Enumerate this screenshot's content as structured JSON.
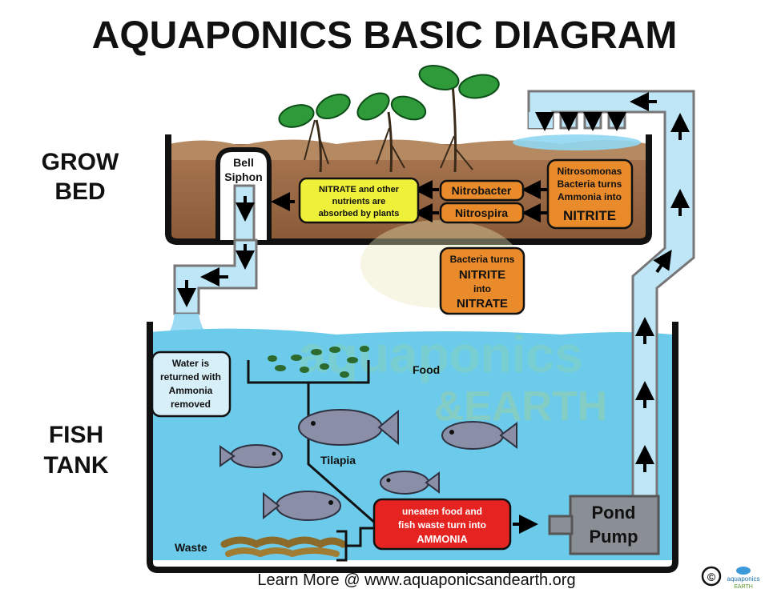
{
  "title": "AQUAPONICS BASIC DIAGRAM",
  "labels": {
    "grow_bed_1": "GROW",
    "grow_bed_2": "BED",
    "fish_tank_1": "FISH",
    "fish_tank_2": "TANK",
    "bell_siphon_1": "Bell",
    "bell_siphon_2": "Siphon",
    "food": "Food",
    "tilapia": "Tilapia",
    "waste": "Waste",
    "pump_1": "Pond",
    "pump_2": "Pump"
  },
  "boxes": {
    "nitrate_absorbed": [
      "NITRATE and other",
      "nutrients are",
      "absorbed by plants"
    ],
    "nitrobacter": "Nitrobacter",
    "nitrospira": "Nitrospira",
    "nitrosomonas": [
      "Nitrosomonas",
      "Bacteria turns",
      "Ammonia into",
      "NITRITE"
    ],
    "nitrite_to_nitrate": [
      "Bacteria turns",
      "NITRITE",
      "into",
      "NITRATE"
    ],
    "water_returned": [
      "Water is",
      "returned with",
      "Ammonia",
      "removed"
    ],
    "ammonia": [
      "uneaten food and",
      "fish waste turn into",
      "AMMONIA"
    ]
  },
  "watermark": {
    "line1": "aquaponics",
    "line2": "&EARTH"
  },
  "footer": "Learn More @  www.aquaponicsandearth.org",
  "copyright": "©",
  "logo": {
    "line1": "aquaponics",
    "line2": "EARTH"
  },
  "colors": {
    "water": "#6ccbea",
    "pipe": "#bfe6f7",
    "soil": "#9b6b45",
    "orange_box": "#e98a2b",
    "yellow_box": "#eef03a",
    "red_box": "#e52421",
    "light_box": "#d6eff9",
    "leaf": "#2e9a3a",
    "fish": "#8a8ea6"
  }
}
